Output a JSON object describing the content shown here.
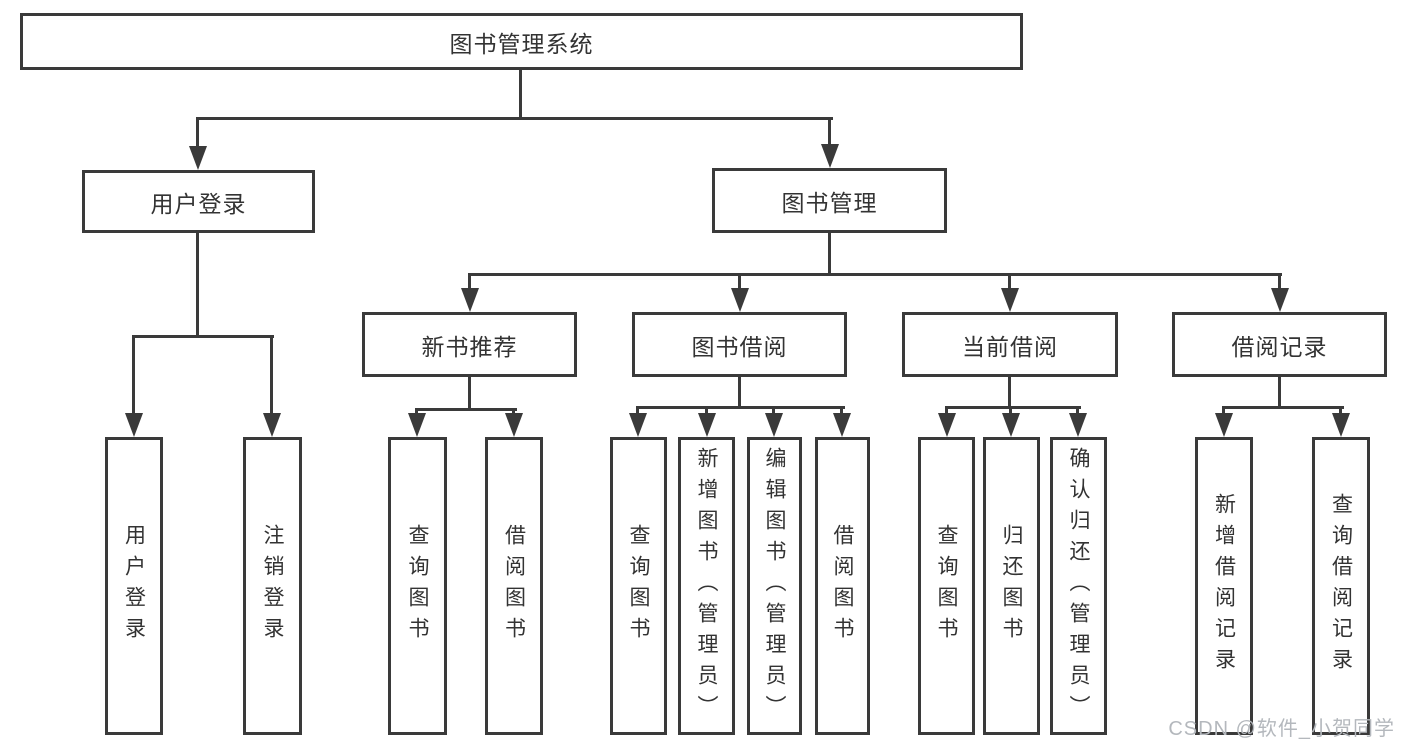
{
  "nodes": {
    "root": "图书管理系统",
    "user_login": "用户登录",
    "book_management": "图书管理",
    "new_book_recommend": "新书推荐",
    "book_borrow": "图书借阅",
    "current_borrow": "当前借阅",
    "borrow_records": "借阅记录",
    "leaf_user_login": "用户登录",
    "leaf_logout": "注销登录",
    "leaf_query_book_recommend": "查询图书",
    "leaf_borrow_book_recommend": "借阅图书",
    "leaf_query_book_borrow": "查询图书",
    "leaf_add_book_admin": "新增图书（管理员）",
    "leaf_edit_book_admin": "编辑图书（管理员）",
    "leaf_borrow_book": "借阅图书",
    "leaf_query_book_current": "查询图书",
    "leaf_return_book": "归还图书",
    "leaf_confirm_return_admin": "确认归还（管理员）",
    "leaf_add_borrow_record": "新增借阅记录",
    "leaf_query_borrow_record": "查询借阅记录"
  },
  "watermark": {
    "text": "CSDN @软件_小贺同学",
    "color": "#b4b8bd"
  },
  "colors": {
    "line": "#3a3a3a",
    "text": "#333333",
    "background": "#ffffff"
  }
}
